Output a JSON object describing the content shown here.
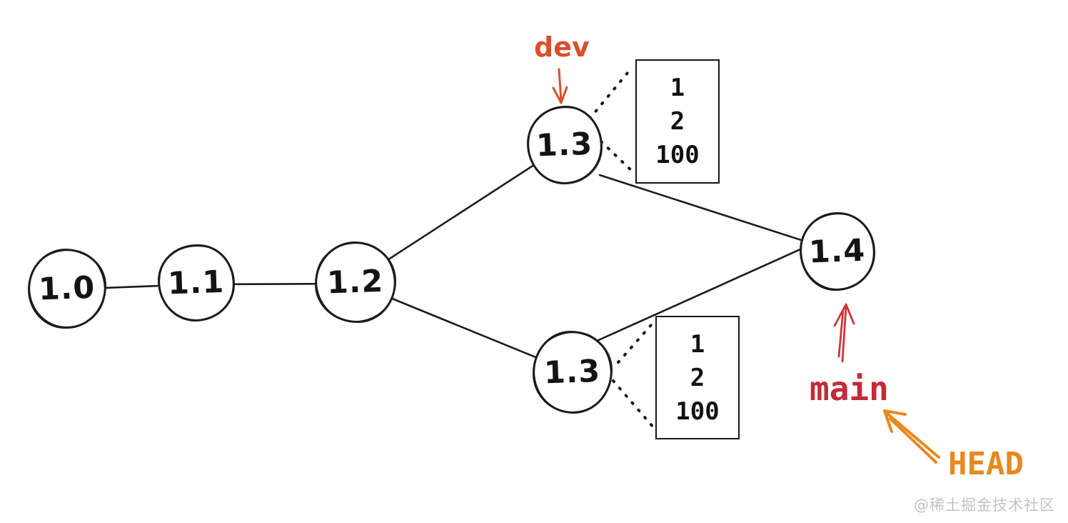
{
  "diagram": {
    "title_hint": "hand-drawn version graph (git-style branching)",
    "nodes": [
      {
        "id": "1.0",
        "label": "1.0"
      },
      {
        "id": "1.1",
        "label": "1.1"
      },
      {
        "id": "1.2",
        "label": "1.2"
      },
      {
        "id": "1.3-dev",
        "label": "1.3"
      },
      {
        "id": "1.3-main",
        "label": "1.3"
      },
      {
        "id": "1.4",
        "label": "1.4"
      }
    ],
    "edges": [
      {
        "from": "1.0",
        "to": "1.1",
        "style": "solid"
      },
      {
        "from": "1.1",
        "to": "1.2",
        "style": "solid"
      },
      {
        "from": "1.2",
        "to": "1.3-dev",
        "style": "solid"
      },
      {
        "from": "1.2",
        "to": "1.3-main",
        "style": "solid"
      },
      {
        "from": "1.3-dev",
        "to": "1.4",
        "style": "solid"
      },
      {
        "from": "1.3-main",
        "to": "1.4",
        "style": "solid"
      },
      {
        "from": "1.3-dev",
        "to": "dev-box",
        "style": "dotted"
      },
      {
        "from": "1.3-main",
        "to": "main-box",
        "style": "dotted"
      }
    ],
    "boxes": [
      {
        "id": "dev-box",
        "lines": [
          "1",
          "2",
          "100"
        ]
      },
      {
        "id": "main-box",
        "lines": [
          "1",
          "2",
          "100"
        ]
      }
    ],
    "labels": {
      "dev": "dev",
      "main": "main",
      "head": "HEAD"
    },
    "pointers": [
      {
        "label": "dev",
        "points_to": "1.3-dev",
        "color": "#d9502a"
      },
      {
        "label": "main",
        "points_to": "1.4",
        "color": "#c32b39"
      },
      {
        "label": "HEAD",
        "points_to": "main",
        "color": "#e8891e"
      }
    ],
    "colors": {
      "ink": "#1c1c1c",
      "dev_orange_red": "#d9502a",
      "main_red": "#c32b39",
      "arrow_red": "#d03339",
      "head_orange": "#e8891e",
      "watermark_gray": "#c3c3c3"
    },
    "watermark": "@稀土掘金技术社区"
  }
}
